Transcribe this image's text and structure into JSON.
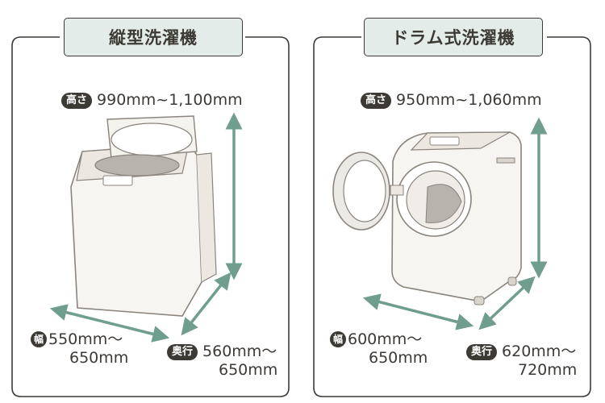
{
  "left_panel": {
    "title": "縦型洗濯機",
    "height_tag": "高さ",
    "height_value": "990mm~1,100mm",
    "width_tag": "幅",
    "width_line1": "550mm～",
    "width_line2": "650mm",
    "depth_tag": "奥行",
    "depth_line1": "560mm～",
    "depth_line2": "650mm"
  },
  "right_panel": {
    "title": "ドラム式洗濯機",
    "height_tag": "高さ",
    "height_value": "950mm~1,060mm",
    "width_tag": "幅",
    "width_line1": "600mm～",
    "width_line2": "650mm",
    "depth_tag": "奥行",
    "depth_line1": "620mm～",
    "depth_line2": "720mm"
  },
  "colors": {
    "outline": "#3d3a36",
    "tab_fill": "#e3ece8",
    "arrow": "#6f9e8f",
    "machine_fill": "#f7f5f1",
    "machine_stroke": "#8a847d"
  }
}
